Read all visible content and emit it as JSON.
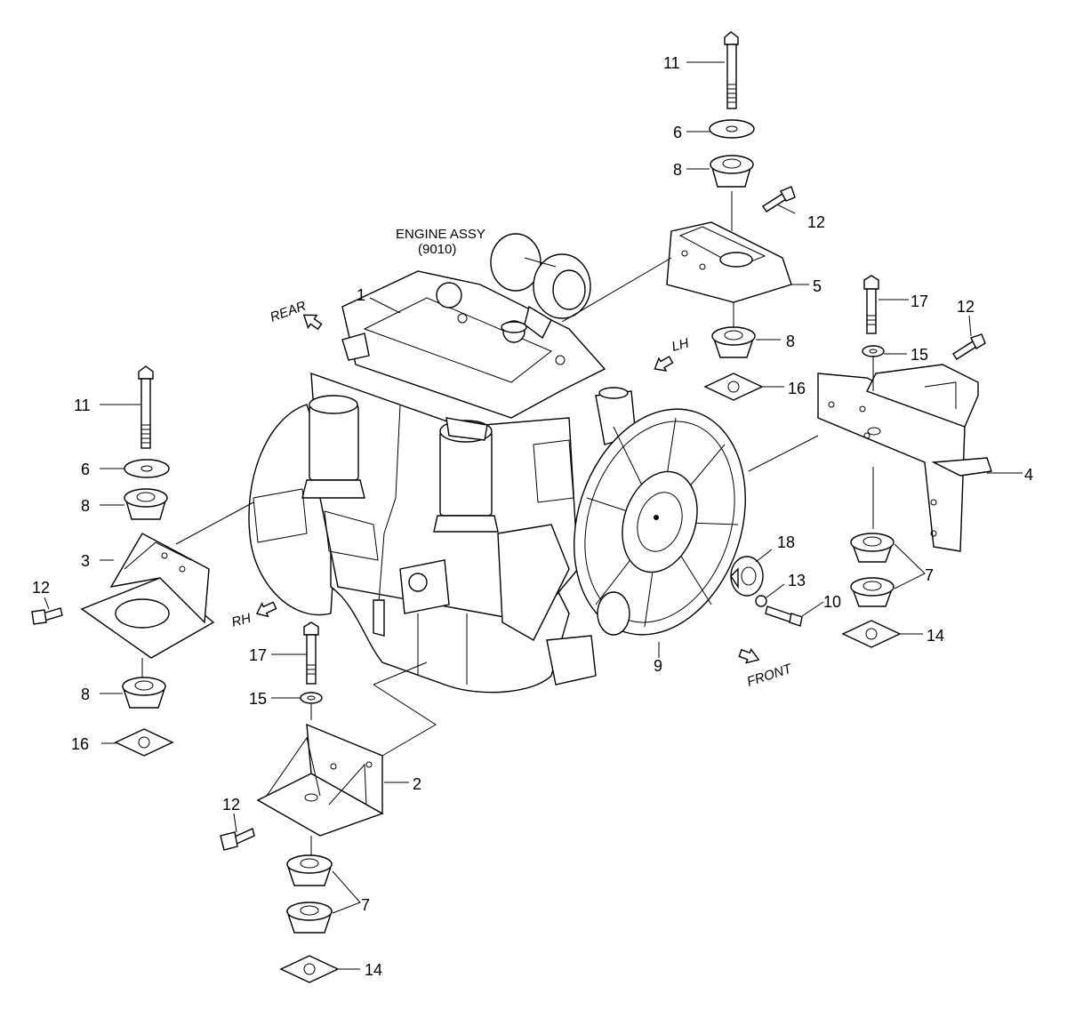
{
  "title_line1": "ENGINE ASSY",
  "title_line2": "(9010)",
  "directions": {
    "rear": "REAR",
    "lh": "LH",
    "rh": "RH",
    "front": "FRONT"
  },
  "callouts": [
    "1",
    "2",
    "3",
    "4",
    "5",
    "6",
    "6",
    "7",
    "7",
    "8",
    "8",
    "8",
    "8",
    "9",
    "10",
    "11",
    "11",
    "12",
    "12",
    "12",
    "12",
    "13",
    "14",
    "14",
    "15",
    "15",
    "16",
    "16",
    "17",
    "17",
    "18"
  ]
}
